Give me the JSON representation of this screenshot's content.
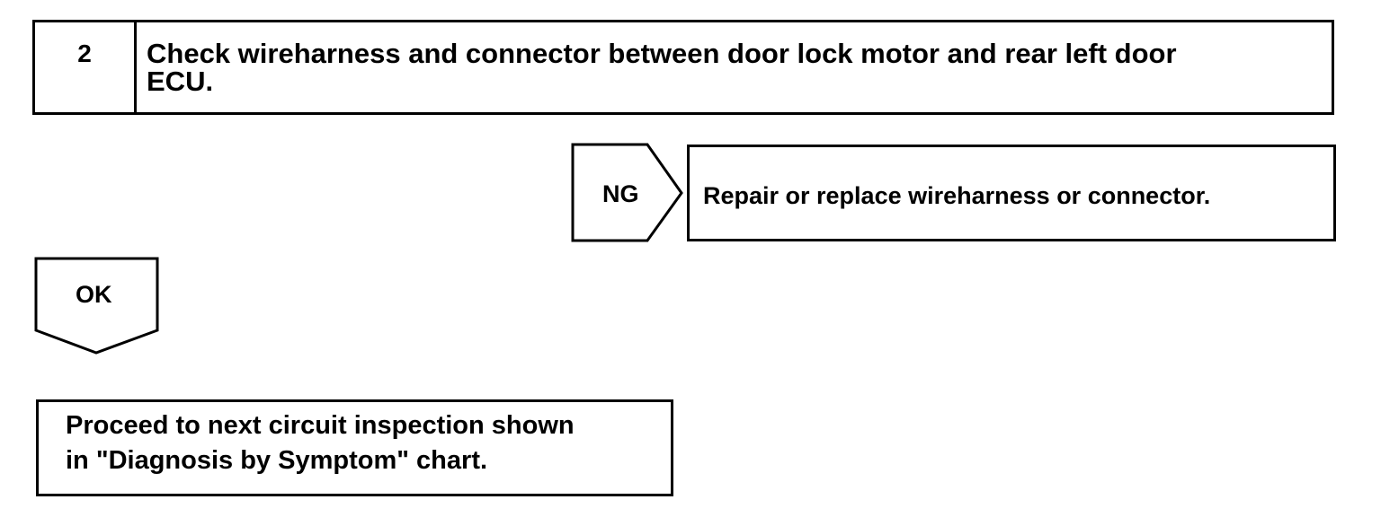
{
  "step": {
    "number": "2",
    "text": "Check wireharness and connector between door lock motor and rear left door\nECU."
  },
  "ng_branch": {
    "label": "NG",
    "result": "Repair or replace wireharness or connector."
  },
  "ok_branch": {
    "label": "OK"
  },
  "next_step": {
    "text": "Proceed to next circuit inspection shown\nin \"Diagnosis by Symptom\" chart."
  }
}
